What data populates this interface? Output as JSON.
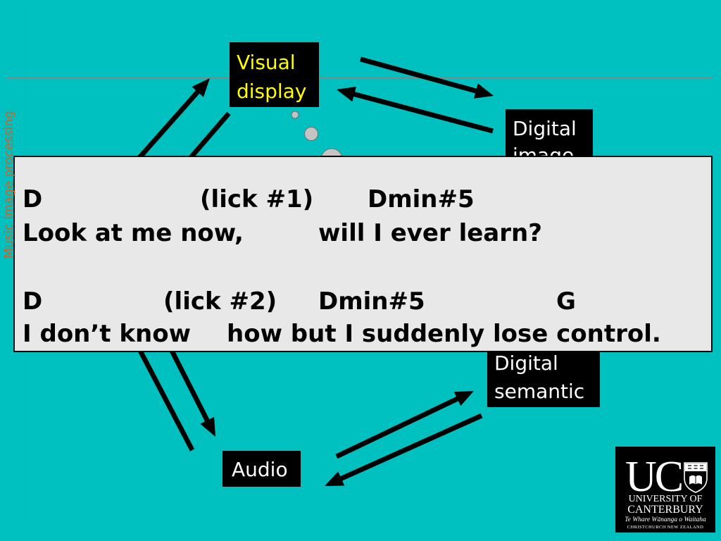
{
  "colors": {
    "background": "#00C0C0",
    "side_title": "#C8642E",
    "node_background": "#000000",
    "node_text": "#FFFFFF",
    "visual_display_text": "#FFFF00",
    "overlay_background": "#E8E8E8",
    "overlay_text": "#000000"
  },
  "slide": {
    "side_title": "Music image processing"
  },
  "diagram": {
    "nodes": {
      "visual_display": {
        "line1": "Visual",
        "line2": "display"
      },
      "digital_image": {
        "line1": "Digital",
        "line2": "image"
      },
      "digital_semantic": {
        "line1": "Digital",
        "line2": "semantic"
      },
      "audio": {
        "label": "Audio"
      }
    }
  },
  "lyrics": {
    "chords_1": {
      "chord_a": "D",
      "lick": "(lick #1)",
      "chord_b": "Dmin#5"
    },
    "words_1": {
      "part_a": "Look at me now,",
      "part_b": "will I ever learn?"
    },
    "chords_2": {
      "chord_a": "D",
      "lick": "(lick #2)",
      "chord_b": "Dmin#5",
      "chord_c": "G"
    },
    "words_2": {
      "part_a": "I don’t know",
      "part_b": "how but I suddenly lose control."
    }
  },
  "logo": {
    "initials": "UC",
    "name_line1": "UNIVERSITY OF",
    "name_line2": "CANTERBURY",
    "motto": "Te Whare Wānanga o Waitaha",
    "location": "CHRISTCHURCH NEW ZEALAND"
  }
}
